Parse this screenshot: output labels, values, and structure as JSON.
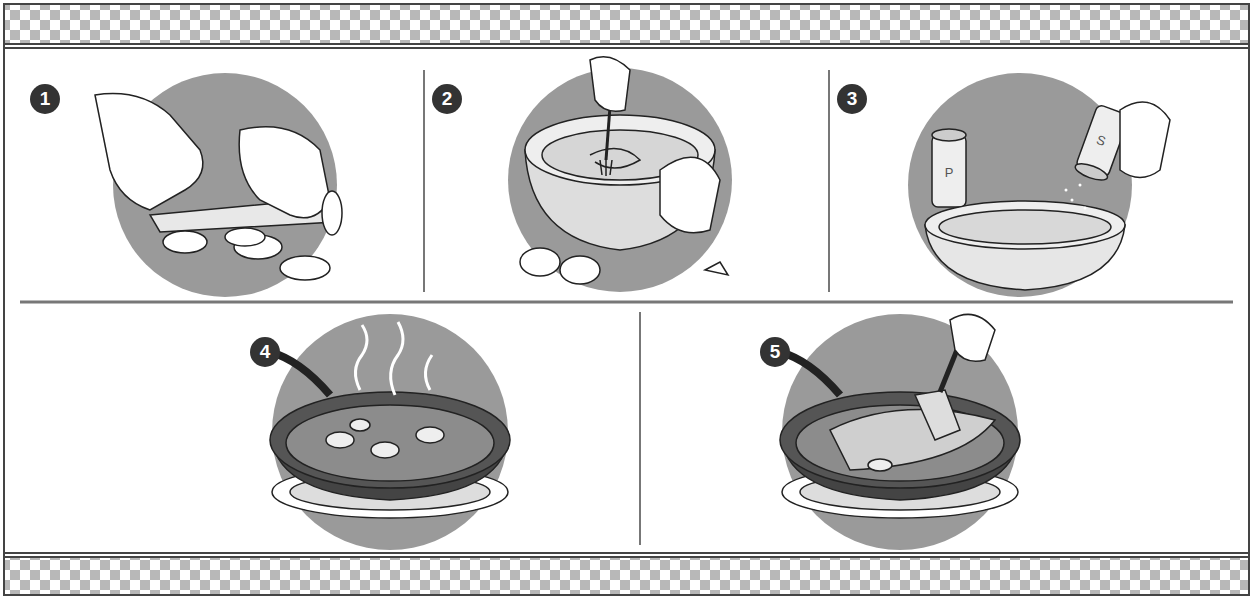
{
  "diagram": {
    "labels": [
      "1",
      "2",
      "3",
      "4",
      "5",
      "P",
      "S"
    ]
  }
}
